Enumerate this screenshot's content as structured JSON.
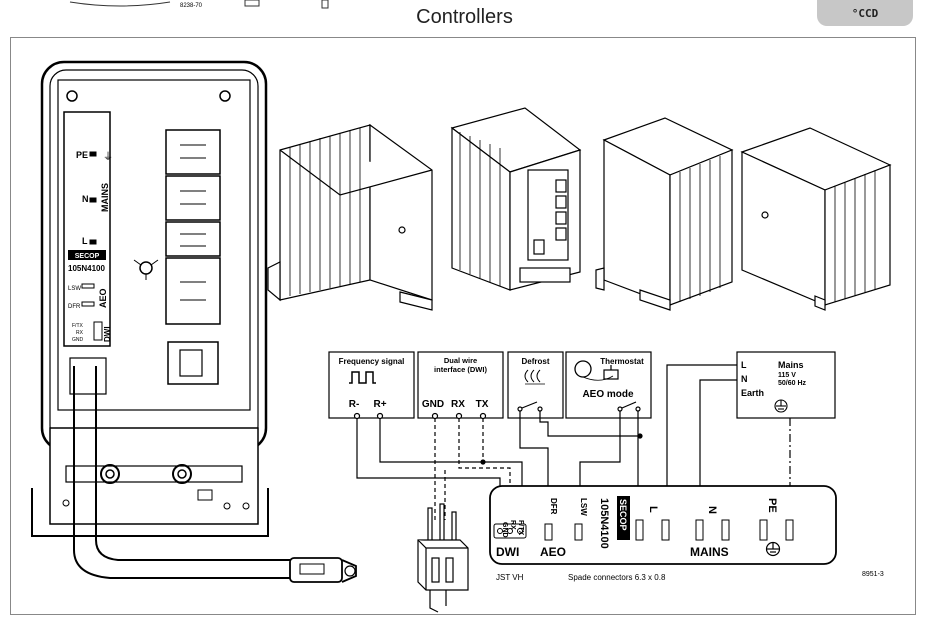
{
  "header": {
    "title": "Controllers",
    "tag": "°CCD",
    "top_crop_label": "8238-70"
  },
  "controller_front": {
    "pe": "PE",
    "n": "N",
    "l": "L",
    "mains": "MAINS",
    "logo": "SECOP",
    "model": "105N4100",
    "lsw": "LSW",
    "dfr": "DFR",
    "aeo": "AEO",
    "ftx": "F/TX",
    "rx": "RX",
    "gnd": "GND",
    "dwi": "DWI"
  },
  "boxes": {
    "frequency": {
      "title": "Frequency signal",
      "pin1": "R-",
      "pin2": "R+"
    },
    "dwi": {
      "title_line1": "Dual wire",
      "title_line2": "interface (DWI)",
      "pin1": "GND",
      "pin2": "RX",
      "pin3": "TX"
    },
    "defrost": {
      "title": "Defrost"
    },
    "thermostat": {
      "title": "Thermostat",
      "mode": "AEO mode"
    },
    "mains": {
      "l": "L",
      "n": "N",
      "earth": "Earth",
      "title": "Mains",
      "voltage": "115 V",
      "freq": "50/60 Hz"
    }
  },
  "terminal": {
    "gnd": "GND",
    "rx": "RX",
    "ftx": "F/TX",
    "dfr": "DFR",
    "lsw": "LSW",
    "model": "105N4100",
    "logo": "SECOP",
    "l": "L",
    "n": "N",
    "pe": "PE",
    "dwi": "DWI",
    "aeo": "AEO",
    "mains": "MAINS"
  },
  "footer": {
    "jst": "JST VH",
    "spade": "Spade connectors 6.3 x 0.8",
    "doc_id": "8951-3"
  }
}
